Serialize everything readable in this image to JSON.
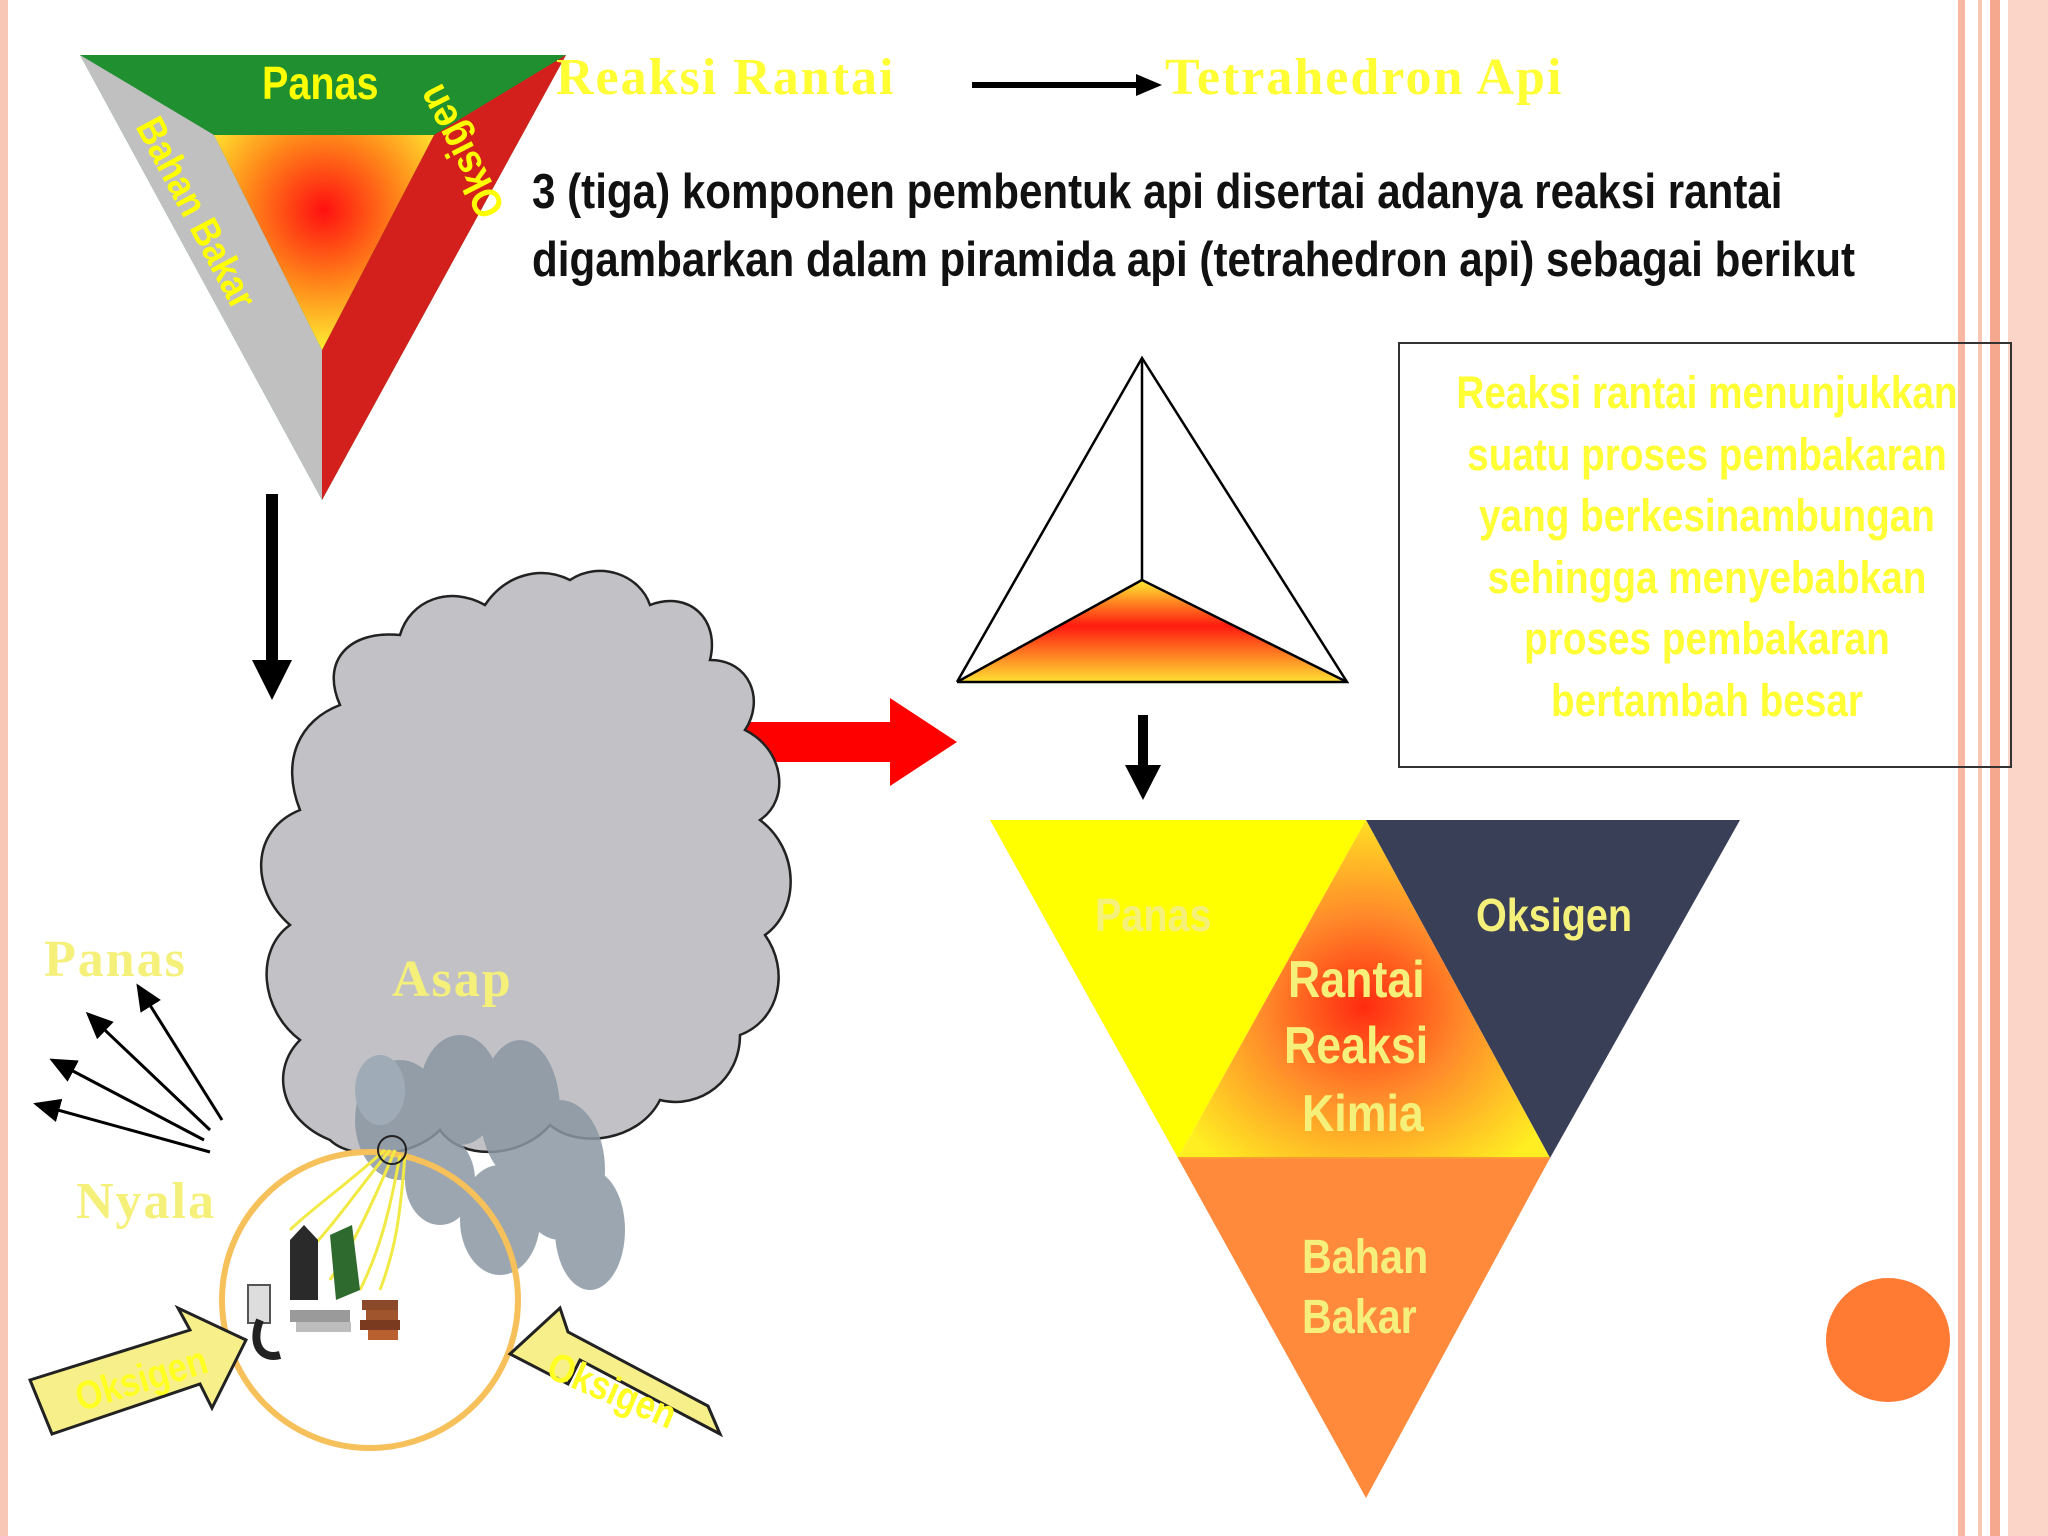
{
  "colors": {
    "yellow_text": "#ffff00",
    "pale_yellow": "#f5f07a",
    "panas_green": "#1f8f2f",
    "oksigen_red": "#d4201c",
    "bahan_gray": "#c0c0c0",
    "navy": "#3a3f58",
    "orange": "#ff8a3c",
    "smoke_gray": "#c2c2c6",
    "arrow_red": "#ff0000"
  },
  "triangle_small": {
    "panas": "Panas",
    "bahan_bakar": "Bahan Bakar",
    "oksigen": "Oksigen"
  },
  "header": {
    "reaksi_rantai": "Reaksi Rantai",
    "tetrahedron_api": "Tetrahedron  Api"
  },
  "description": {
    "line1": "3 (tiga) komponen pembentuk api disertai adanya reaksi rantai",
    "line2": "digambarkan dalam piramida api (tetrahedron api) sebagai berikut"
  },
  "note": {
    "lines": [
      "Reaksi rantai menunjukkan",
      "suatu proses pembakaran",
      "yang berkesinambungan",
      "sehingga menyebabkan",
      "proses pembakaran",
      "bertambah besar"
    ]
  },
  "fire_scene": {
    "panas": "Panas",
    "asap": "Asap",
    "nyala": "Nyala",
    "oksigen_left": "Oksigen",
    "oksigen_right": "Oksigen"
  },
  "pyramid": {
    "panas": "Panas",
    "oksigen": "Oksigen",
    "rantai": [
      "Rantai",
      "Reaksi",
      "Kimia"
    ],
    "bahan_bakar": [
      "Bahan",
      "Bakar"
    ]
  },
  "icons": [
    "down-arrow-icon",
    "right-arrow-icon",
    "red-arrow-icon",
    "tetrahedron-icon",
    "heat-ray-arrow-icon",
    "flame-icon",
    "smoke-icon",
    "burning-debris-icon",
    "decorative-circle-icon"
  ]
}
